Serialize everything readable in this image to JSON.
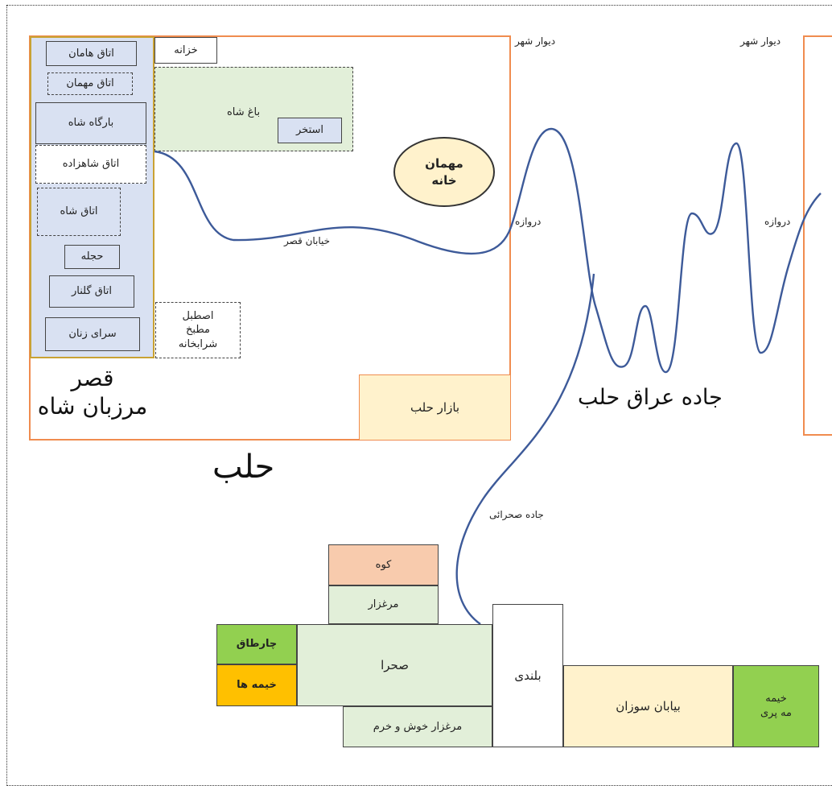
{
  "colors": {
    "city_wall": "#f08c4f",
    "palace": "#c9a233",
    "palace_fill": "#d9e1f2",
    "garden": "#e2efd9",
    "bazaar": "#fff2cc",
    "road": "#3d5a99",
    "mountain": "#f8cbad",
    "green_dark": "#92d050",
    "orange": "#ffc000"
  },
  "palace_rooms": [
    "اتاق هامان",
    "اتاق مهمان",
    "بارگاه شاه",
    "اتاق شاهزاده",
    "اتاق شاه",
    "حجله",
    "اتاق گلنار",
    "سرای زنان"
  ],
  "treasury": "خزانه",
  "garden": "باغ شاه",
  "pool": "استخر",
  "guesthouse": "مهمان\nخانه",
  "palace_road": "خیابان قصر",
  "stables": "اصطبل\nمطبخ\nشرابخانه",
  "palace_title": "قصر\nمرزبان شاه",
  "city_name": "حلب",
  "bazaar": "بازار حلب",
  "city_wall_label_1": "دیوار شهر",
  "city_wall_label_2": "دیوار شهر",
  "gate_1": "دروازه",
  "gate_2": "دروازه",
  "iraq_road": "جاده عراق حلب",
  "desert_road": "جاده صحرائی",
  "regions": {
    "mountain": "کوه",
    "meadow": "مرغزار",
    "charttaq": "چارطاق",
    "tents": "خیمه ها",
    "desert": "صحرا",
    "heights": "بلندی",
    "burning_desert": "بیابان سوزان",
    "fairy_tent": "خیمه\nمه پری",
    "pleasant_meadow": "مرغزار خوش و خرم"
  }
}
